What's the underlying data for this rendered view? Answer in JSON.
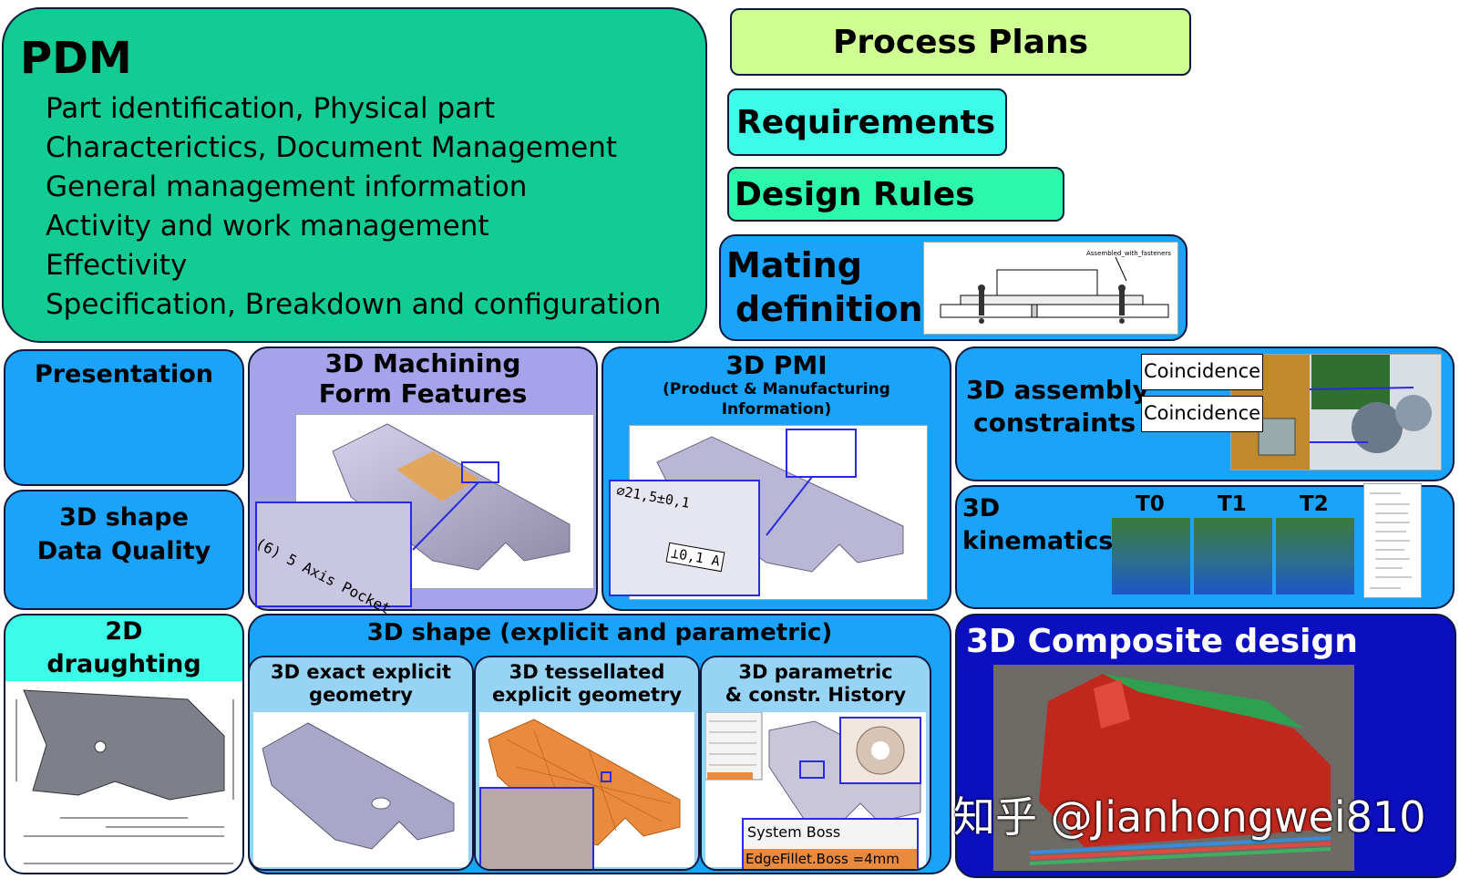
{
  "pdm": {
    "title": "PDM",
    "lines": [
      "Part identification, Physical part",
      "Characterictics, Document Management",
      "General management information",
      "Activity and work management",
      "Effectivity",
      "Specification, Breakdown and configuration"
    ]
  },
  "process_plans": "Process Plans",
  "requirements": "Requirements",
  "design_rules": "Design Rules",
  "mating": {
    "line1": "Mating",
    "line2": "definition",
    "caption": "Assembled_with_fasteners"
  },
  "presentation": "Presentation",
  "data_quality": {
    "line1": "3D shape",
    "line2": "Data Quality"
  },
  "machining": {
    "line1": "3D Machining",
    "line2": "Form Features",
    "callout": "(6) 5 Axis Pocket"
  },
  "pmi": {
    "title": "3D PMI",
    "sub1": "(Product & Manufacturing",
    "sub2": "Information)",
    "dim": "∅21,5±0,1",
    "tol": "⟂0,1 A"
  },
  "assembly": {
    "line1": "3D assembly",
    "line2": "constraints",
    "c1": "Coincidence",
    "c2": "Coincidence"
  },
  "kinematics": {
    "line1": "3D",
    "line2": "kinematics",
    "t0": "T0",
    "t1": "T1",
    "t2": "T2"
  },
  "draughting": {
    "line1": "2D",
    "line2": "draughting"
  },
  "shape": {
    "title": "3D shape (explicit and parametric)",
    "exact": {
      "line1": "3D exact explicit",
      "line2": "geometry"
    },
    "tess": {
      "line1": "3D tessellated",
      "line2": "explicit geometry"
    },
    "param": {
      "line1": "3D parametric",
      "line2": "& constr. History",
      "boss": "System Boss",
      "fillet": "EdgeFillet.Boss =4mm"
    }
  },
  "composite": {
    "title": "3D Composite design"
  },
  "watermark": "知乎 @Jianhongwei810",
  "colors": {
    "pdm": "#13cc93",
    "process_plans": "#cfff93",
    "requirements": "#3dfbe6",
    "design_rules": "#2cf7aa",
    "blue_cell": "#1aa3f9",
    "machining": "#a6a3ea",
    "composite": "#0c0fbf"
  }
}
